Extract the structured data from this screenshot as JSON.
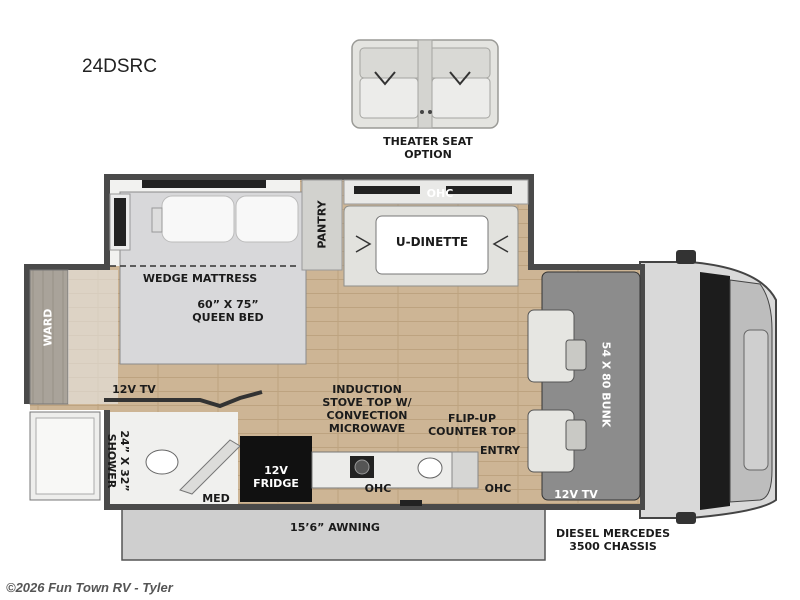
{
  "model": "24DSRC",
  "copyright": "©2026 Fun Town RV - Tyler",
  "labels": {
    "theater_seat": "THEATER SEAT",
    "theater_option": "OPTION",
    "ohc_top": "OHC",
    "pantry": "PANTRY",
    "u_dinette": "U-DINETTE",
    "wedge_mattress": "WEDGE MATTRESS",
    "bed_size": "60” X 75”",
    "bed_type": "QUEEN BED",
    "ward": "WARD",
    "tv_left": "12V TV",
    "induction_1": "INDUCTION",
    "induction_2": "STOVE TOP W/",
    "induction_3": "CONVECTION",
    "induction_4": "MICROWAVE",
    "flip_up_1": "FLIP-UP",
    "flip_up_2": "COUNTER TOP",
    "entry": "ENTRY",
    "shower_1": "24” X 32”",
    "shower_2": "SHOWER",
    "fridge_1": "12V",
    "fridge_2": "FRIDGE",
    "med": "MED",
    "ohc_bottom_1": "OHC",
    "ohc_bottom_2": "OHC",
    "tv_right": "12V TV",
    "bunk": "54 X 80 BUNK",
    "awning": "15’6” AWNING",
    "chassis_1": "DIESEL MERCEDES",
    "chassis_2": "3500 CHASSIS"
  },
  "colors": {
    "wall": "#4a4a4a",
    "floor": "#cdb595",
    "cab": "#8c8c8c",
    "upholstery": "#e6e6e2",
    "awning": "#cfcfcf"
  }
}
